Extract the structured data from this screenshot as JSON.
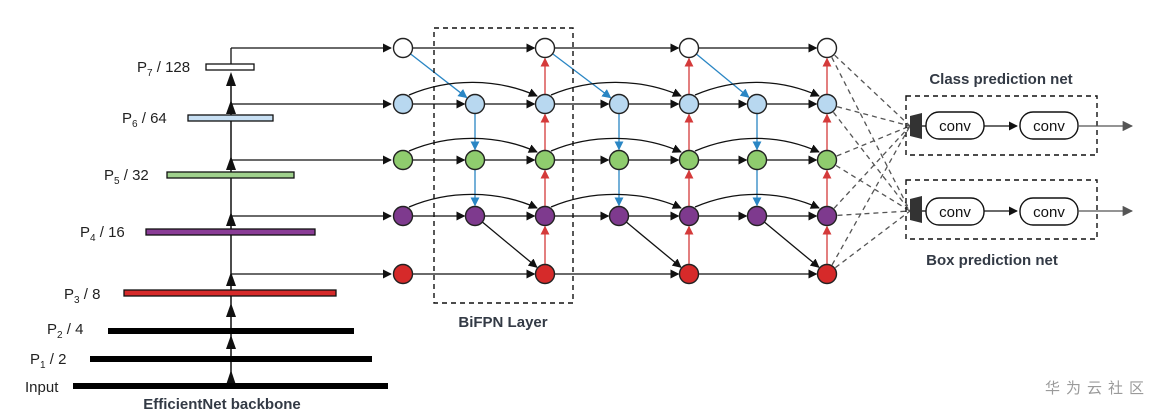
{
  "backbone": {
    "title": "EfficientNet backbone",
    "levels": [
      {
        "base": "P",
        "sub": "7",
        "suffix": " / 128",
        "color": "#ffffff"
      },
      {
        "base": "P",
        "sub": "6",
        "suffix": " / 64",
        "color": "#c7dff3"
      },
      {
        "base": "P",
        "sub": "5",
        "suffix": " / 32",
        "color": "#9fd08c"
      },
      {
        "base": "P",
        "sub": "4",
        "suffix": " / 16",
        "color": "#8a3c96"
      },
      {
        "base": "P",
        "sub": "3",
        "suffix": " / 8",
        "color": "#d62a2a"
      },
      {
        "base": "P",
        "sub": "2",
        "suffix": " / 4",
        "color": "#000000"
      },
      {
        "base": "P",
        "sub": "1",
        "suffix": " / 2",
        "color": "#000000"
      },
      {
        "base": "Input",
        "sub": "",
        "suffix": "",
        "color": "#000000"
      }
    ]
  },
  "bifpn": {
    "label": "BiFPN Layer",
    "node_colors": [
      "#ffffff",
      "#b8d8f0",
      "#8fcc6e",
      "#7e3a8e",
      "#d62a2a"
    ],
    "top_down_arrow_color": "#2a86c4",
    "bottom_up_arrow_color": "#d43a3a"
  },
  "heads": {
    "class_title": "Class prediction net",
    "box_title": "Box prediction net",
    "conv_label": "conv"
  },
  "watermark": "华为云社区"
}
